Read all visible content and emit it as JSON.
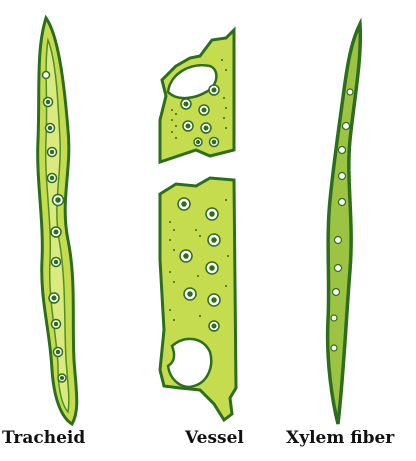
{
  "labels": {
    "tracheid": "Tracheid",
    "vessel": "Vessel",
    "xylem_fiber": "Xylem fiber"
  },
  "colors": {
    "cell_fill": "#c6dc4f",
    "cell_fill_light": "#dbe97e",
    "outline_dark": "#2d6e1d",
    "outline_mid": "#4e8f2a",
    "fiber_fill": "#9cc442",
    "pit_fill": "#ffffff"
  }
}
